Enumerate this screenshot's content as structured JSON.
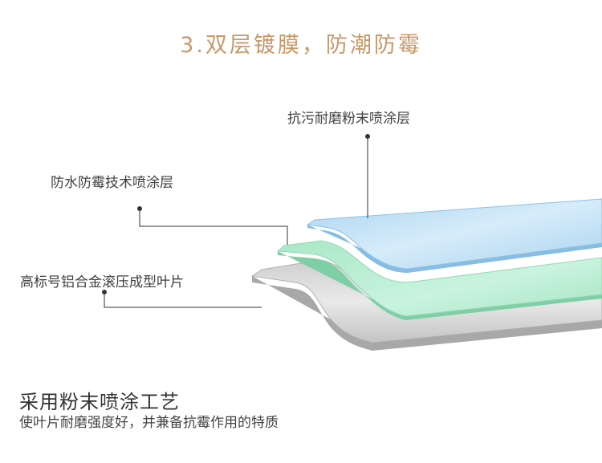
{
  "title": "3.双层镀膜，防潮防霉",
  "layers": {
    "top_label": "抗污耐磨粉末喷涂层",
    "middle_label": "防水防霉技术喷涂层",
    "bottom_label": "高标号铝合金滚压成型叶片"
  },
  "footer": {
    "heading": "采用粉末喷涂工艺",
    "description": "使叶片耐磨强度好，并兼备抗霉作用的特质"
  },
  "colors": {
    "title": "#c8986a",
    "top_layer": "#b9dcf3",
    "middle_layer": "#b5ecd2",
    "bottom_layer": "#d8d8d8",
    "leader_line": "#333333"
  }
}
